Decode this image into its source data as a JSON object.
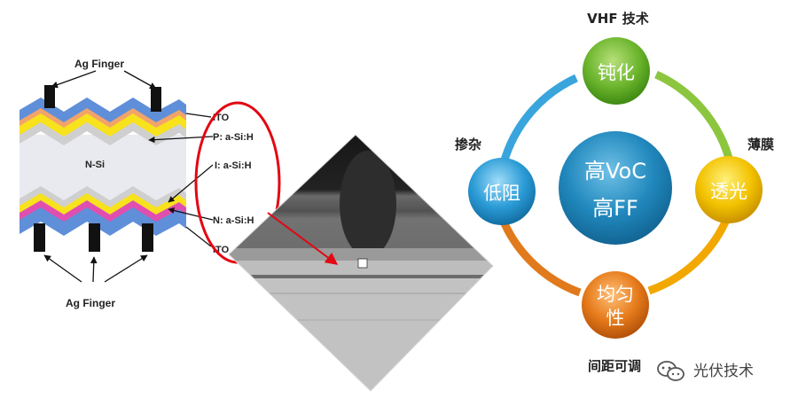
{
  "cell": {
    "ag_finger_top": "Ag Finger",
    "ag_finger_bottom": "Ag Finger",
    "ito_top": "ITO",
    "ito_bottom": "ITO",
    "p_layer": "P: a-Si:H",
    "i_layer": "I: a-Si:H",
    "n_layer": "N: a-Si:H",
    "nsi": "N-Si"
  },
  "cycle": {
    "center_line1": "高VoC",
    "center_line2": "高FF",
    "top_node": "钝化",
    "right_node": "透光",
    "bottom_node_line1": "均匀",
    "bottom_node_line2": "性",
    "left_node": "低阻",
    "top_label": "VHF 技术",
    "right_label": "薄膜",
    "left_label": "掺杂",
    "bottom_label": "间距可调"
  },
  "watermark": {
    "text": "光伏技术"
  },
  "colors": {
    "green": "#6cb52d",
    "yellow": "#e6b300",
    "orange": "#e0761c",
    "blue": "#2a9bd6",
    "center": "#1f83b3",
    "ring_red": "#e30613"
  }
}
